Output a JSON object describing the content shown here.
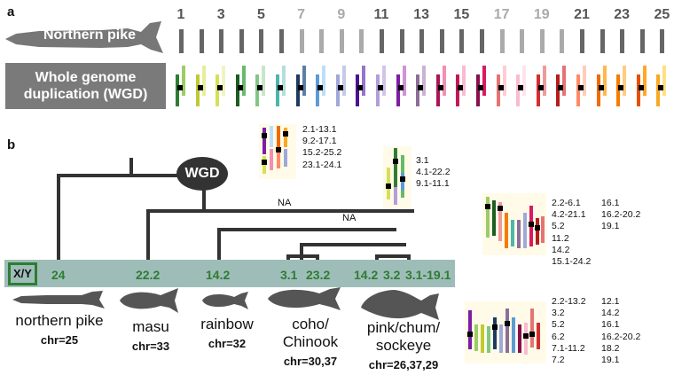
{
  "panel_a": {
    "label": "a",
    "pike_label": "Northern pike",
    "wgd_label_line1": "Whole genome",
    "wgd_label_line2": "duplication (WGD)",
    "chromosome_numbers": [
      "1",
      "3",
      "5",
      "7",
      "9",
      "11",
      "13",
      "15",
      "17",
      "19",
      "21",
      "23",
      "25"
    ],
    "pike_bar_colors": [
      "#666666",
      "#666666",
      "#666666",
      "#666666",
      "#666666",
      "#666666",
      "#aaaaaa",
      "#aaaaaa",
      "#aaaaaa",
      "#aaaaaa",
      "#666666",
      "#666666",
      "#666666",
      "#666666",
      "#666666",
      "#666666",
      "#aaaaaa",
      "#aaaaaa",
      "#aaaaaa",
      "#aaaaaa",
      "#666666",
      "#666666",
      "#666666",
      "#666666",
      "#666666"
    ],
    "wgd_pair_colors": [
      [
        "#2e7d32",
        "#9ccc65"
      ],
      [
        "#c0ca33",
        "#e6ee9c"
      ],
      [
        "#d4e157",
        "#f0f4c3"
      ],
      [
        "#1b5e20",
        "#66bb6a"
      ],
      [
        "#81c784",
        "#c8e6c9"
      ],
      [
        "#4db6ac",
        "#b2dfdb"
      ],
      [
        "#1e3a5f",
        "#5d7fa6"
      ],
      [
        "#5c9bd5",
        "#bbdefb"
      ],
      [
        "#9fa8da",
        "#c5cae9"
      ],
      [
        "#4a148c",
        "#9575cd"
      ],
      [
        "#b39ddb",
        "#d1c4e9"
      ],
      [
        "#7b1fa2",
        "#ce93d8"
      ],
      [
        "#8d6e98",
        "#c9b3d1"
      ],
      [
        "#ad1457",
        "#f48fb1"
      ],
      [
        "#c2185b",
        "#f8bbd0"
      ],
      [
        "#880e4f",
        "#d81b60"
      ],
      [
        "#e57373",
        "#ffcdd2"
      ],
      [
        "#f8bbd0",
        "#fce4ec"
      ],
      [
        "#d32f2f",
        "#ef9a9a"
      ],
      [
        "#b71c1c",
        "#e57373"
      ],
      [
        "#ff8a65",
        "#ffccbc"
      ],
      [
        "#ef6c00",
        "#ffb74d"
      ],
      [
        "#f57c00",
        "#ffcc80"
      ],
      [
        "#e65100",
        "#ffa726"
      ],
      [
        "#f9a825",
        "#ffe082"
      ]
    ]
  },
  "panel_b": {
    "label": "b",
    "wgd_node": "WGD",
    "na_labels": [
      "NA",
      "NA"
    ],
    "xy_label": "X/Y",
    "node_values": [
      "24",
      "22.2",
      "14.2",
      "3.1",
      "23.2",
      "14.2",
      "3.2",
      "3.1-19.1"
    ],
    "species": [
      {
        "name_line1": "northern pike",
        "name_line2": "",
        "chr": "chr=25"
      },
      {
        "name_line1": "masu",
        "name_line2": "",
        "chr": "chr=33"
      },
      {
        "name_line1": "rainbow",
        "name_line2": "",
        "chr": "chr=32"
      },
      {
        "name_line1": "coho/",
        "name_line2": "Chinook",
        "chr": "chr=30,37"
      },
      {
        "name_line1": "pink/chum/",
        "name_line2": "sockeye",
        "chr": "chr=26,37,29"
      }
    ],
    "masu_labels": "2.1-13.1\n9.2-17.1\n15.2-25.2\n23.1-24.1",
    "rainbow_labels": "3.1\n4.1-22.2\n9.1-11.1",
    "coho_labels_col1": "2.2-6.1\n4.2-21.1\n5.2\n11.2\n14.2\n15.1-24.2",
    "coho_labels_col2": "16.1\n16.2-20.2\n19.1",
    "pink_labels_col1": "2.2-13.2\n3.2\n5.2\n6.2\n7.1-11.2\n7.2",
    "pink_labels_col2": "12.1\n14.2\n16.1\n16.2-20.2\n18.2\n19.1"
  }
}
